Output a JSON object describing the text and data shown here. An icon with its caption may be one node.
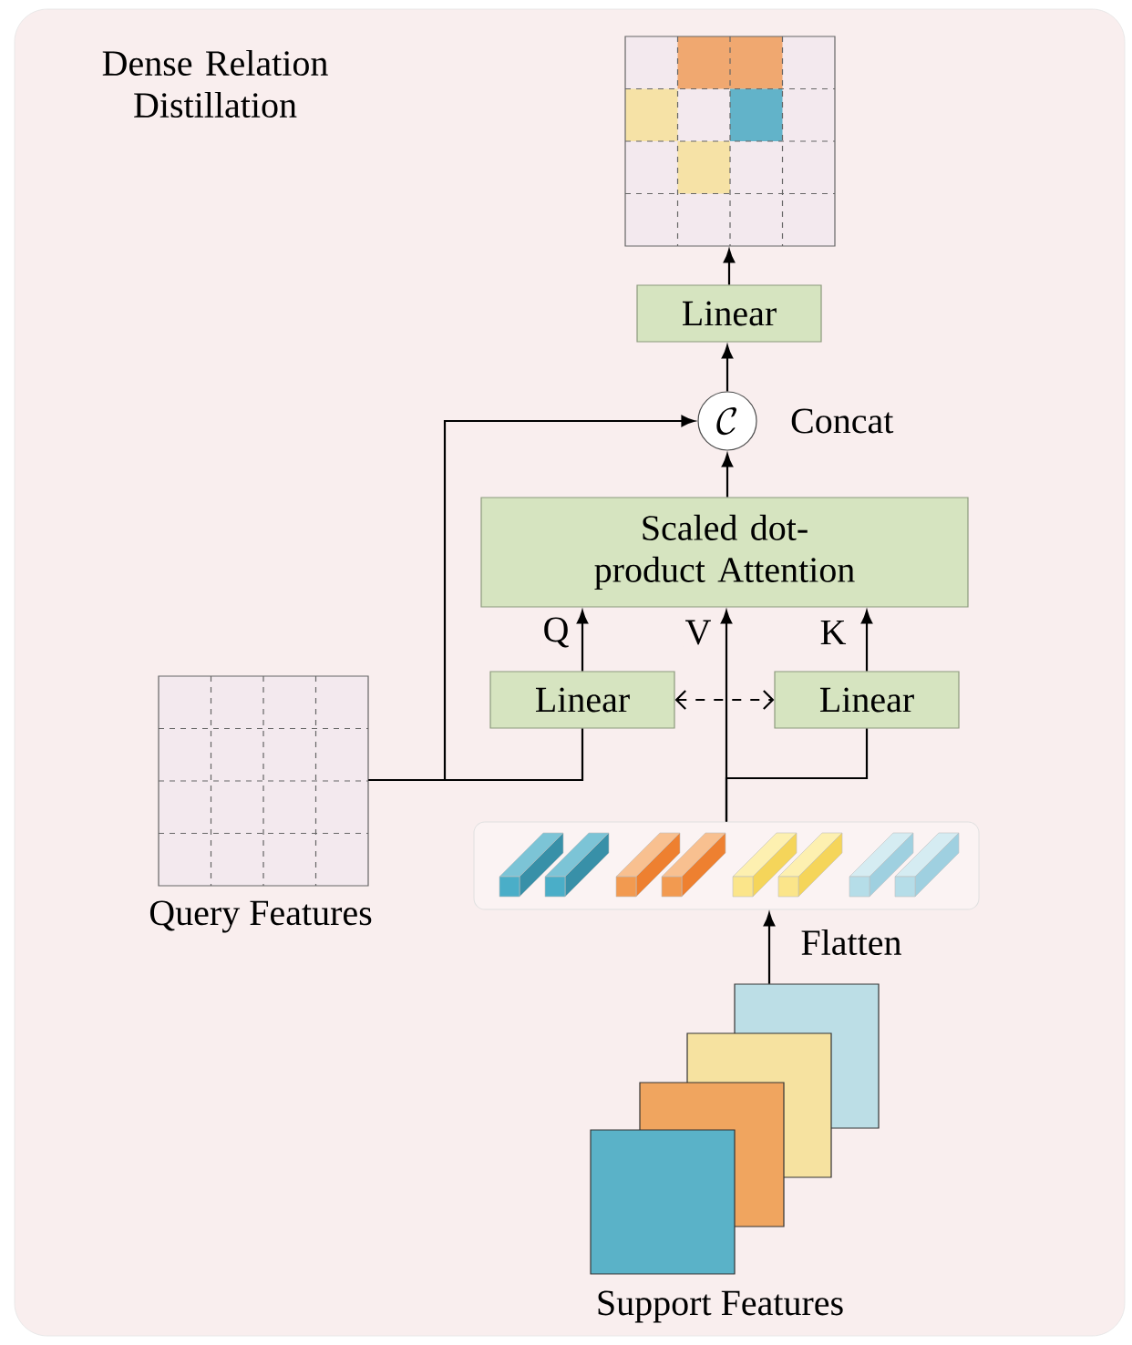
{
  "diagram": {
    "title": "Dense Relation Distillation",
    "nodes": [
      {
        "text": [],
        "shape": "picture"
      },
      {
        "text": [
          "Linear"
        ]
      },
      {
        "text": [
          "\\mathcal{C}"
        ],
        "beside": [
          "Concat"
        ]
      },
      {
        "text": [
          "Scaled dot-product Attention"
        ]
      },
      {
        "text": [
          "Linear"
        ]
      },
      {
        "text": [
          "Linear"
        ]
      },
      {
        "text": [
          "Query Features"
        ]
      },
      {
        "text": [],
        "shape": "box"
      },
      {
        "text": [
          "Support Features"
        ]
      }
    ],
    "edges": [
      {
        "from": 1,
        "to": 0,
        "arrow": "to"
      },
      {
        "from": 2,
        "to": 1,
        "arrow": "to"
      },
      {
        "from": 3,
        "to": 2,
        "arrow": "to"
      },
      {
        "from": 6,
        "to": 2,
        "arrow": "to"
      },
      {
        "from": 6,
        "to": 4,
        "arrow": "none"
      },
      {
        "from": 4,
        "to": 3,
        "arrow": "to",
        "label": "Q"
      },
      {
        "from": 7,
        "to": 3,
        "arrow": "to",
        "label": "V"
      },
      {
        "from": 7,
        "to": 5,
        "arrow": "none"
      },
      {
        "from": 5,
        "to": 3,
        "arrow": "to",
        "label": "K"
      },
      {
        "from": 4,
        "to": 5,
        "arrow": "both",
        "style": "dashed"
      },
      {
        "from": 8,
        "to": 7,
        "arrow": "to",
        "label": "Flatten"
      }
    ]
  }
}
